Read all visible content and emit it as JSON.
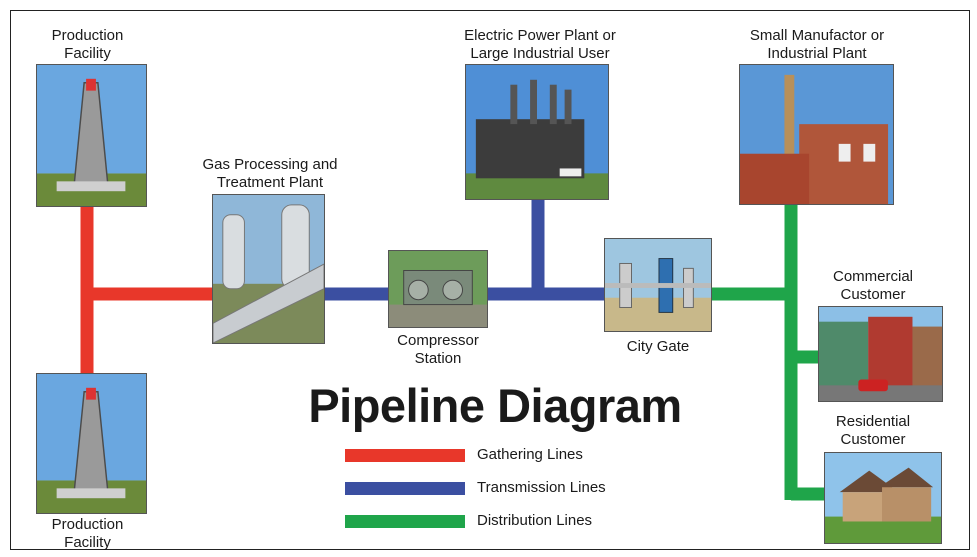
{
  "diagram": {
    "title": "Pipeline Diagram",
    "nodes": {
      "production_top": "Production\nFacility",
      "production_bottom": "Production\nFacility",
      "gas_processing": "Gas Processing and\nTreatment Plant",
      "compressor": "Compressor\nStation",
      "power_plant": "Electric Power Plant or\nLarge Industrial User",
      "city_gate": "City Gate",
      "small_manufacturer": "Small Manufactor or\nIndustrial Plant",
      "commercial": "Commercial\nCustomer",
      "residential": "Residential\nCustomer"
    },
    "legend": [
      {
        "label": "Gathering Lines",
        "color": "#e8372a"
      },
      {
        "label": "Transmission Lines",
        "color": "#3b4fa1"
      },
      {
        "label": "Distribution Lines",
        "color": "#1fa54a"
      }
    ],
    "colors": {
      "gathering": "#e8372a",
      "transmission": "#3b4fa1",
      "distribution": "#1fa54a"
    }
  }
}
